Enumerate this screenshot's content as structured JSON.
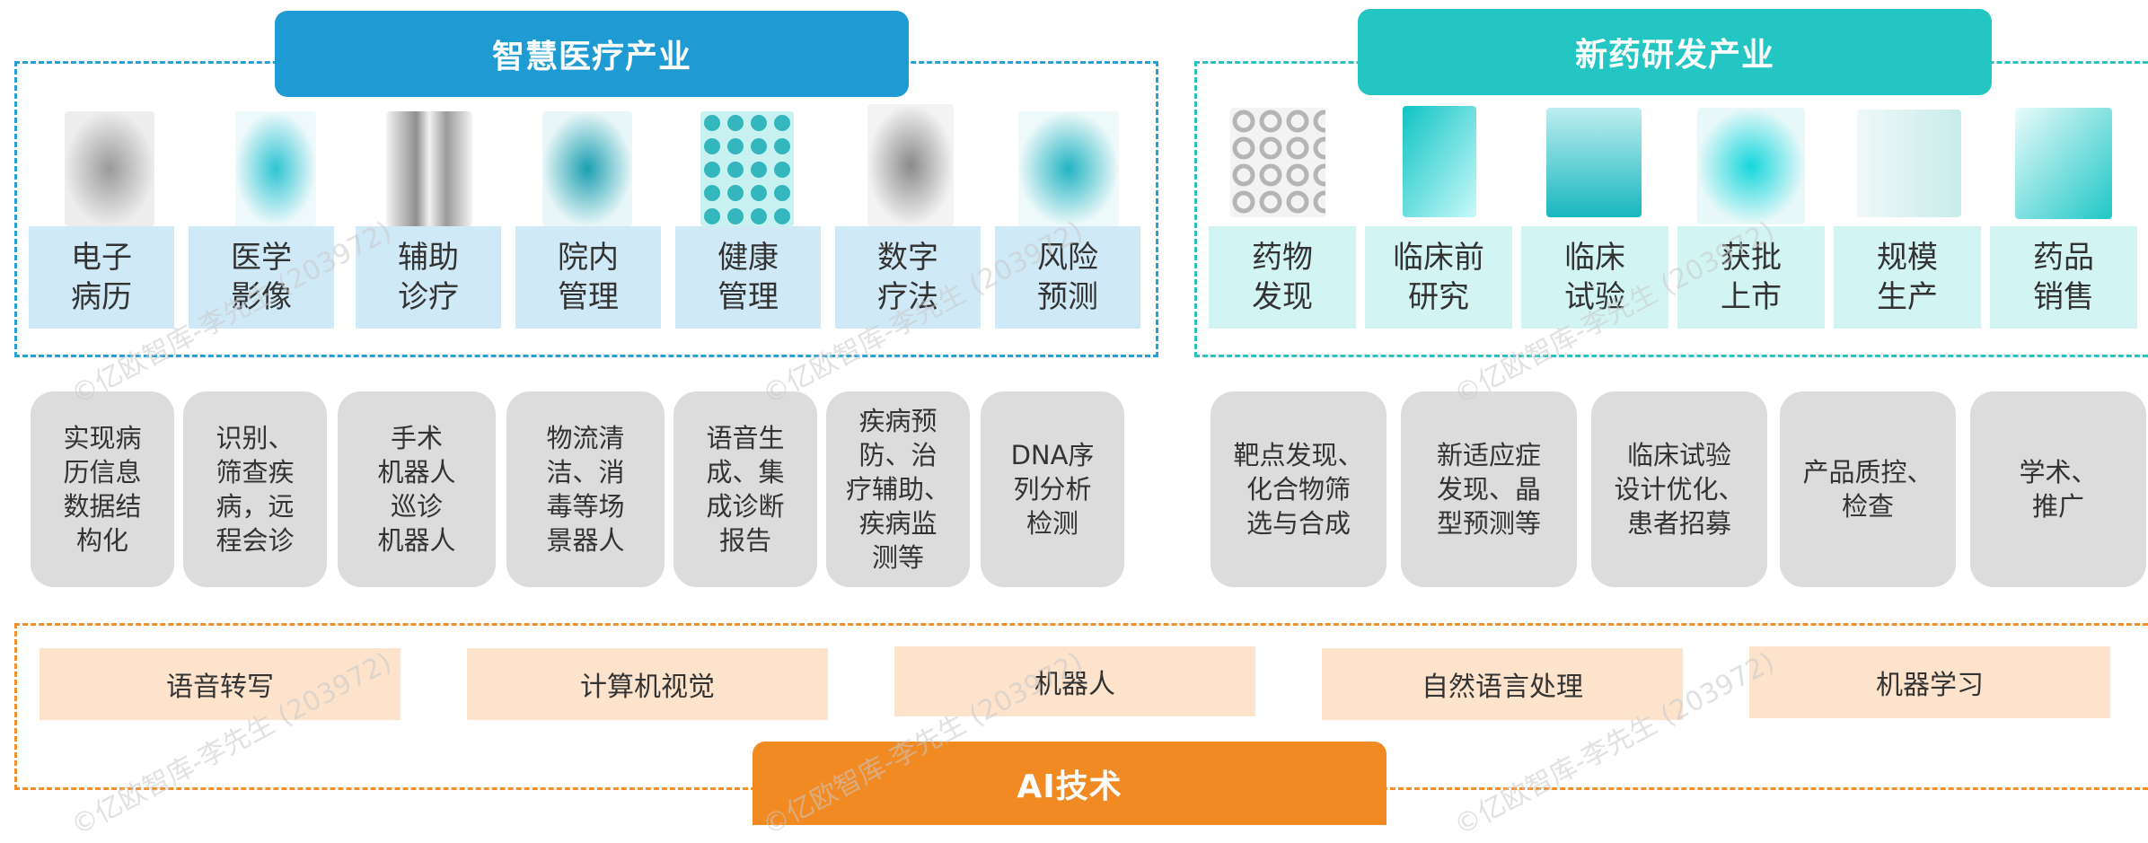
{
  "left": {
    "title": "智慧医疗产业",
    "tiles": [
      {
        "line1": "电子",
        "line2": "病历"
      },
      {
        "line1": "医学",
        "line2": "影像"
      },
      {
        "line1": "辅助",
        "line2": "诊疗"
      },
      {
        "line1": "院内",
        "line2": "管理"
      },
      {
        "line1": "健康",
        "line2": "管理"
      },
      {
        "line1": "数字",
        "line2": "疗法"
      },
      {
        "line1": "风险",
        "line2": "预测"
      }
    ],
    "cards": [
      [
        "实现病",
        "历信息",
        "数据结",
        "构化"
      ],
      [
        "识别、",
        "筛查疾",
        "病，远",
        "程会诊"
      ],
      [
        "手术",
        "机器人",
        "巡诊",
        "机器人"
      ],
      [
        "物流清",
        "洁、消",
        "毒等场",
        "景器人"
      ],
      [
        "语音生",
        "成、集",
        "成诊断",
        "报告"
      ],
      [
        "疾病预",
        "防、治",
        "疗辅助、",
        "疾病监",
        "测等"
      ],
      [
        "DNA序",
        "列分析",
        "检测"
      ]
    ]
  },
  "right": {
    "title": "新药研发产业",
    "tiles": [
      {
        "line1": "药物",
        "line2": "发现"
      },
      {
        "line1": "临床前",
        "line2": "研究"
      },
      {
        "line1": "临床",
        "line2": "试验"
      },
      {
        "line1": "获批",
        "line2": "上市"
      },
      {
        "line1": "规模",
        "line2": "生产"
      },
      {
        "line1": "药品",
        "line2": "销售"
      }
    ],
    "cards": [
      [
        "靶点发现、",
        "化合物筛",
        "选与合成"
      ],
      [
        "新适应症",
        "发现、晶",
        "型预测等"
      ],
      [
        "临床试验",
        "设计优化、",
        "患者招募"
      ],
      [
        "产品质控、",
        "检查"
      ],
      [
        "学术、",
        "推广"
      ]
    ]
  },
  "ai": {
    "title": "AI技术",
    "techs": [
      "语音转写",
      "计算机视觉",
      "机器人",
      "自然语言处理",
      "机器学习"
    ]
  },
  "watermark": "©亿欧智库-李先生 (203972)",
  "colors": {
    "blue": "#1f9bd4",
    "teal": "#23c6c3",
    "orange": "#f28a24",
    "tile_blue": "#cfe9f7",
    "tile_teal": "#d2f5f3",
    "card_grey": "#dcdcdc",
    "tech_peach": "#fde3cc"
  }
}
